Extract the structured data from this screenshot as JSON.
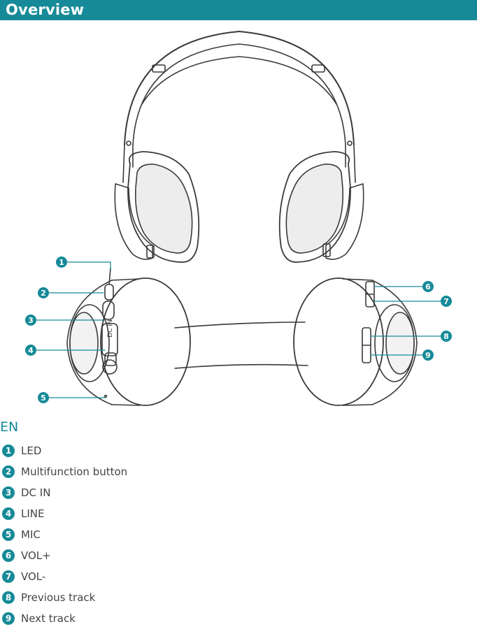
{
  "header": {
    "title": "Overview"
  },
  "diagram": {
    "dc_in_text": "DC IN",
    "callouts": [
      {
        "num": "1"
      },
      {
        "num": "2"
      },
      {
        "num": "3"
      },
      {
        "num": "4"
      },
      {
        "num": "5"
      },
      {
        "num": "6"
      },
      {
        "num": "7"
      },
      {
        "num": "8"
      },
      {
        "num": "9"
      }
    ]
  },
  "language": "EN",
  "legend": [
    {
      "num": "1",
      "label": "LED"
    },
    {
      "num": "2",
      "label": "Multifunction button"
    },
    {
      "num": "3",
      "label": "DC IN"
    },
    {
      "num": "4",
      "label": "LINE"
    },
    {
      "num": "5",
      "label": "MIC"
    },
    {
      "num": "6",
      "label": "VOL+"
    },
    {
      "num": "7",
      "label": "VOL-"
    },
    {
      "num": "8",
      "label": "Previous track"
    },
    {
      "num": "9",
      "label": "Next track"
    }
  ],
  "colors": {
    "accent": "#168a98",
    "line": "#3a3a3a"
  }
}
